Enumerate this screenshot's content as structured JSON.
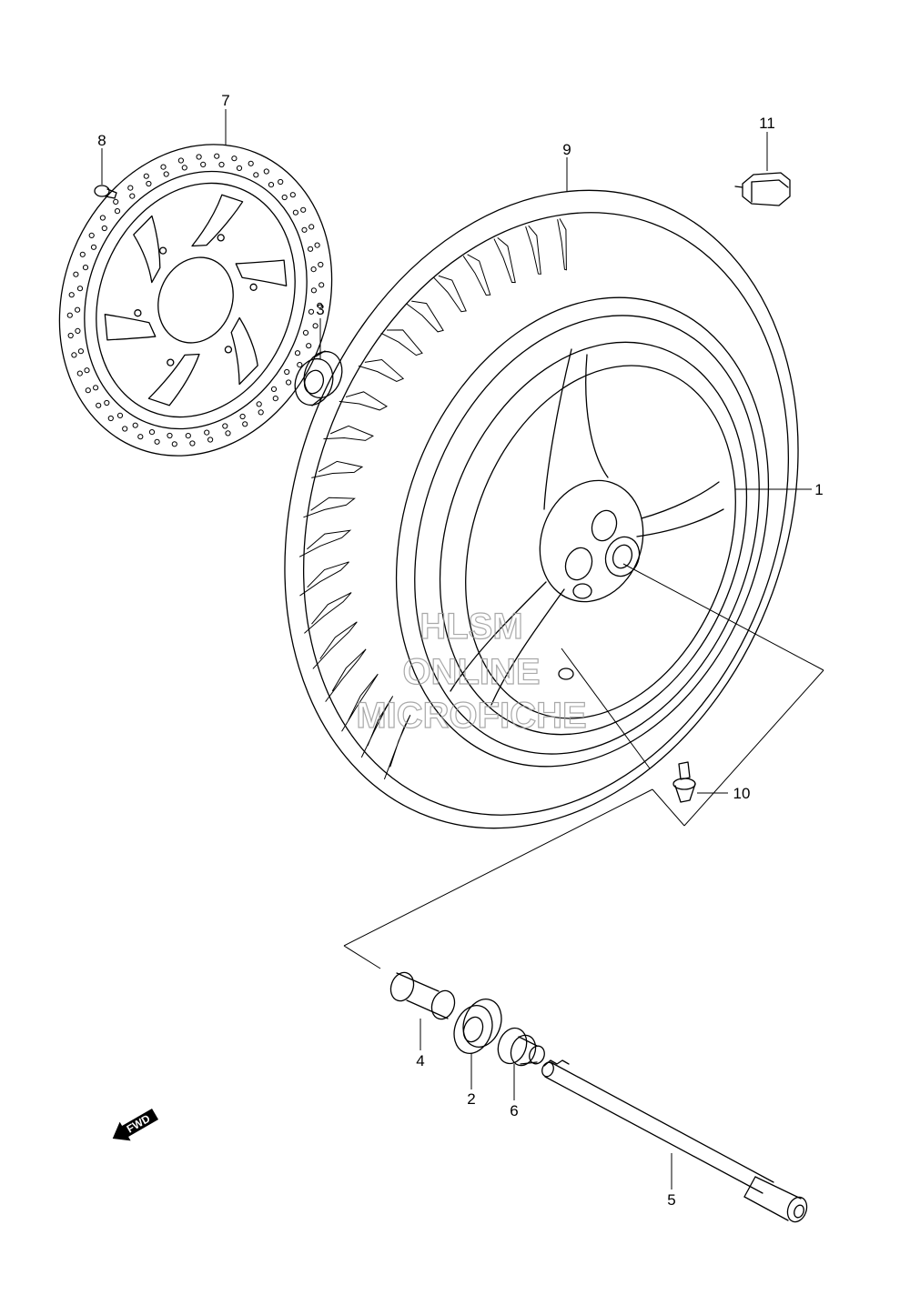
{
  "watermark": [
    "HLSM",
    "ONLINE",
    "MICROFICHE"
  ],
  "direction_arrow": "FWD",
  "parts": [
    {
      "number": "1"
    },
    {
      "number": "2"
    },
    {
      "number": "3"
    },
    {
      "number": "4"
    },
    {
      "number": "5"
    },
    {
      "number": "6"
    },
    {
      "number": "7"
    },
    {
      "number": "8"
    },
    {
      "number": "9"
    },
    {
      "number": "10"
    },
    {
      "number": "11"
    }
  ]
}
